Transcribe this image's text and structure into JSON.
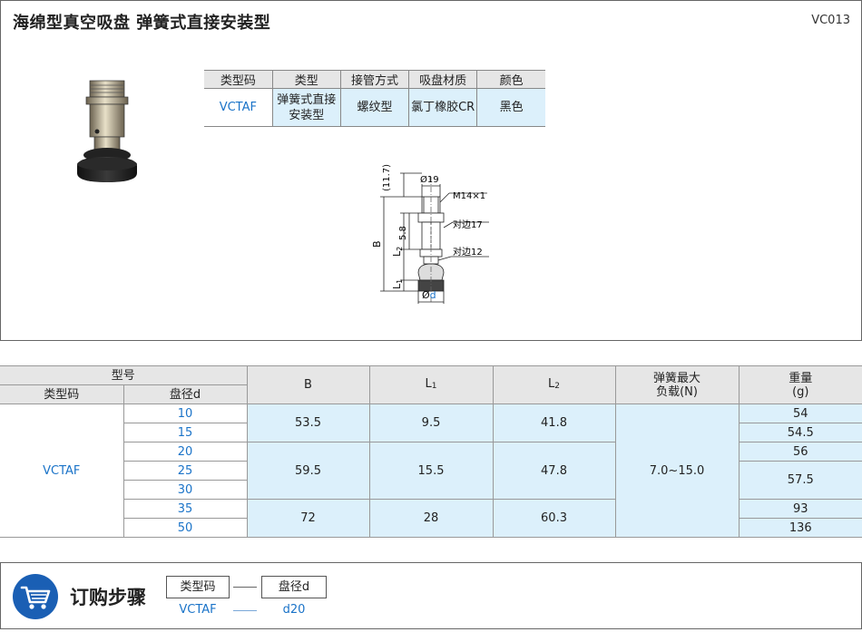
{
  "header": {
    "title": "海绵型真空吸盘  弹簧式直接安装型",
    "code": "VC013"
  },
  "spec_table": {
    "headers": [
      "类型码",
      "类型",
      "接管方式",
      "吸盘材质",
      "颜色"
    ],
    "row": {
      "type_code": "VCTAF",
      "type_line1": "弹簧式直接",
      "type_line2": "安装型",
      "connection": "螺纹型",
      "material": "氯丁橡胶CR",
      "color": "黑色"
    }
  },
  "drawing": {
    "dim_117": "(11.7)",
    "dim_19": "Ø19",
    "thread": "M14×1",
    "hex17": "对边17",
    "dim_58": "5.8",
    "hex12": "对边12",
    "label_b": "B",
    "label_l2": "L",
    "label_l2_sub": "2",
    "label_l1": "L",
    "label_l1_sub": "1",
    "label_od": "Ø",
    "label_od_d": "d"
  },
  "main_table": {
    "h_model": "型号",
    "h_type_code": "类型码",
    "h_diameter": "盘径d",
    "h_b": "B",
    "h_l1": "L",
    "h_l1_sub": "1",
    "h_l2": "L",
    "h_l2_sub": "2",
    "h_load_1": "弹簧最大",
    "h_load_2": "负载(N)",
    "h_weight_1": "重量",
    "h_weight_2": "(g)",
    "type_code": "VCTAF",
    "diameters": [
      "10",
      "15",
      "20",
      "25",
      "30",
      "35",
      "50"
    ],
    "groups": [
      {
        "b": "53.5",
        "l1": "9.5",
        "l2": "41.8"
      },
      {
        "b": "59.5",
        "l1": "15.5",
        "l2": "47.8"
      },
      {
        "b": "72",
        "l1": "28",
        "l2": "60.3"
      }
    ],
    "load": "7.0~15.0",
    "weights": [
      "54",
      "54.5",
      "56",
      "57.5",
      "93",
      "136"
    ]
  },
  "order": {
    "title": "订购步骤",
    "box1": "类型码",
    "box2": "盘径d",
    "val1": "VCTAF",
    "val2": "d20"
  }
}
